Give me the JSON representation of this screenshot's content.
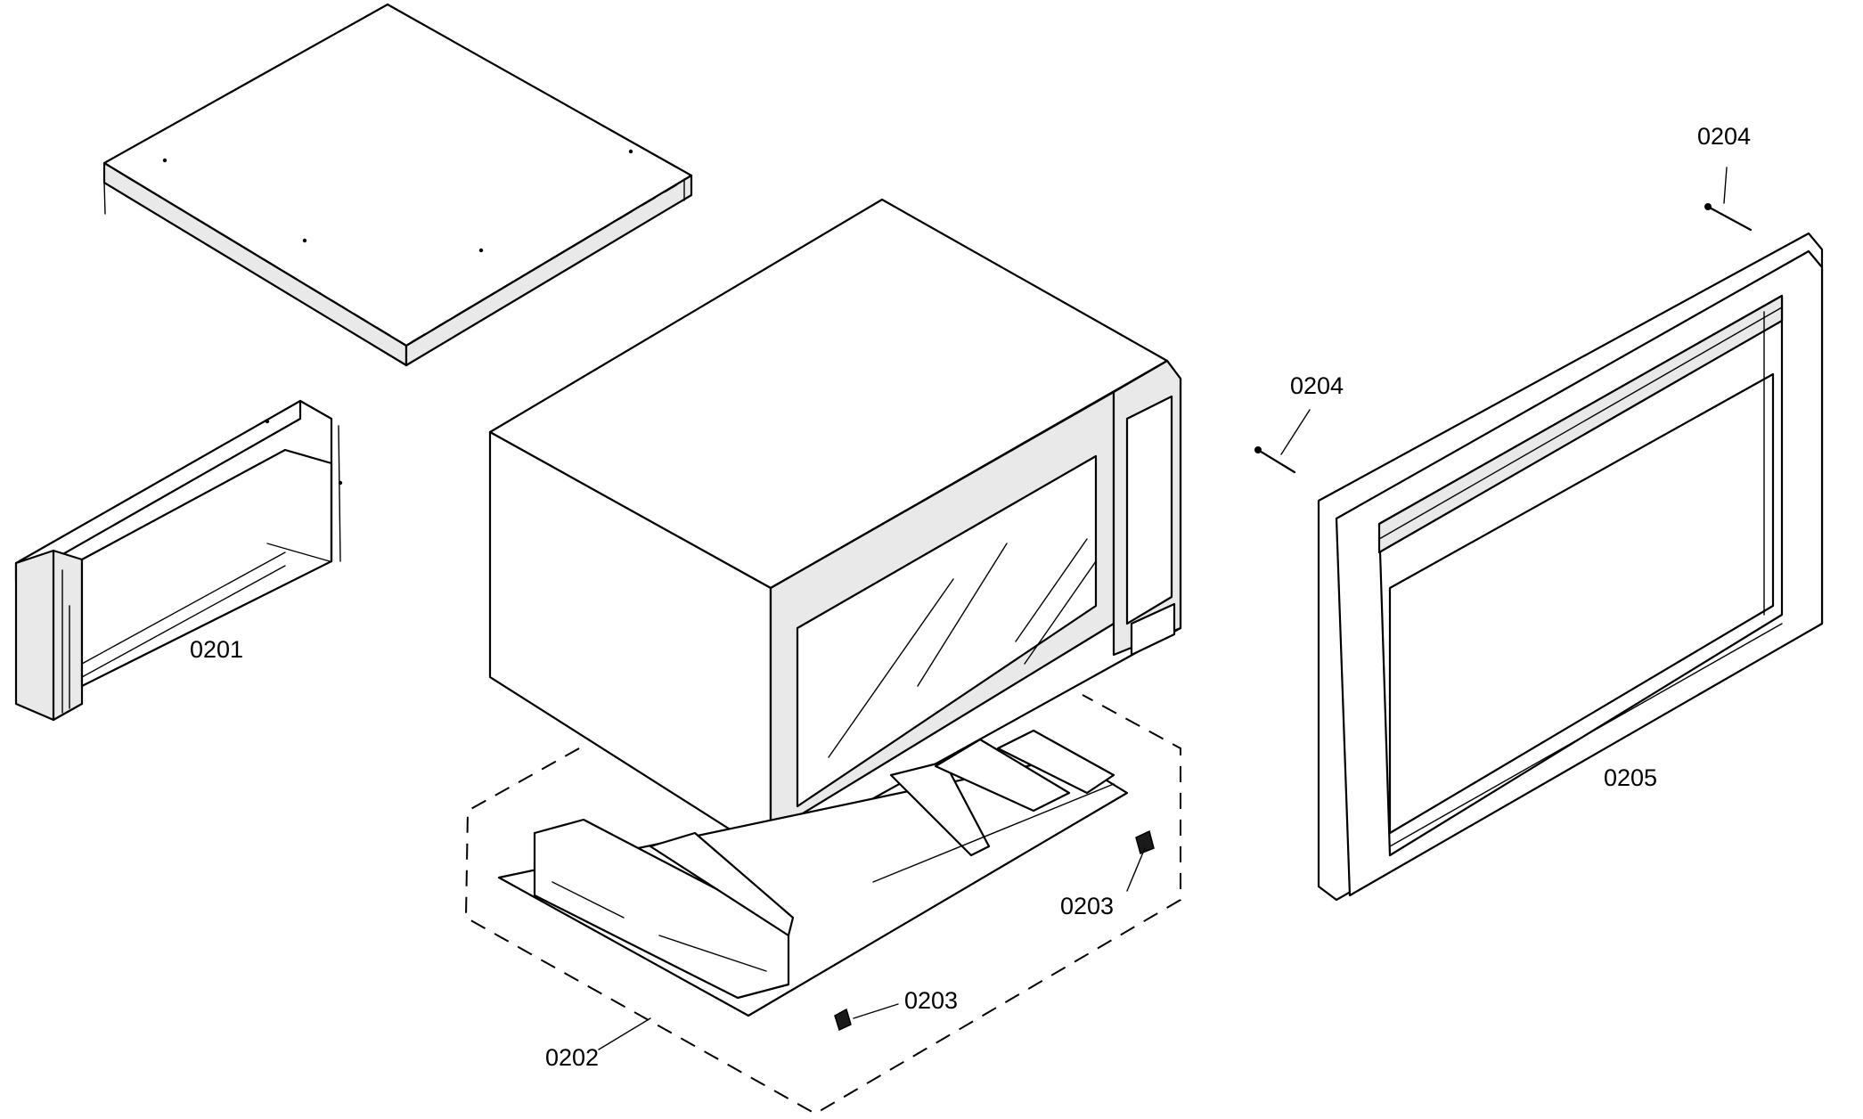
{
  "labels": {
    "side_bracket": "0201",
    "base_frame": "0202",
    "clip_right": "0203",
    "clip_front": "0203",
    "screw_top": "0204",
    "screw_mid": "0204",
    "trim_frame": "0205"
  }
}
